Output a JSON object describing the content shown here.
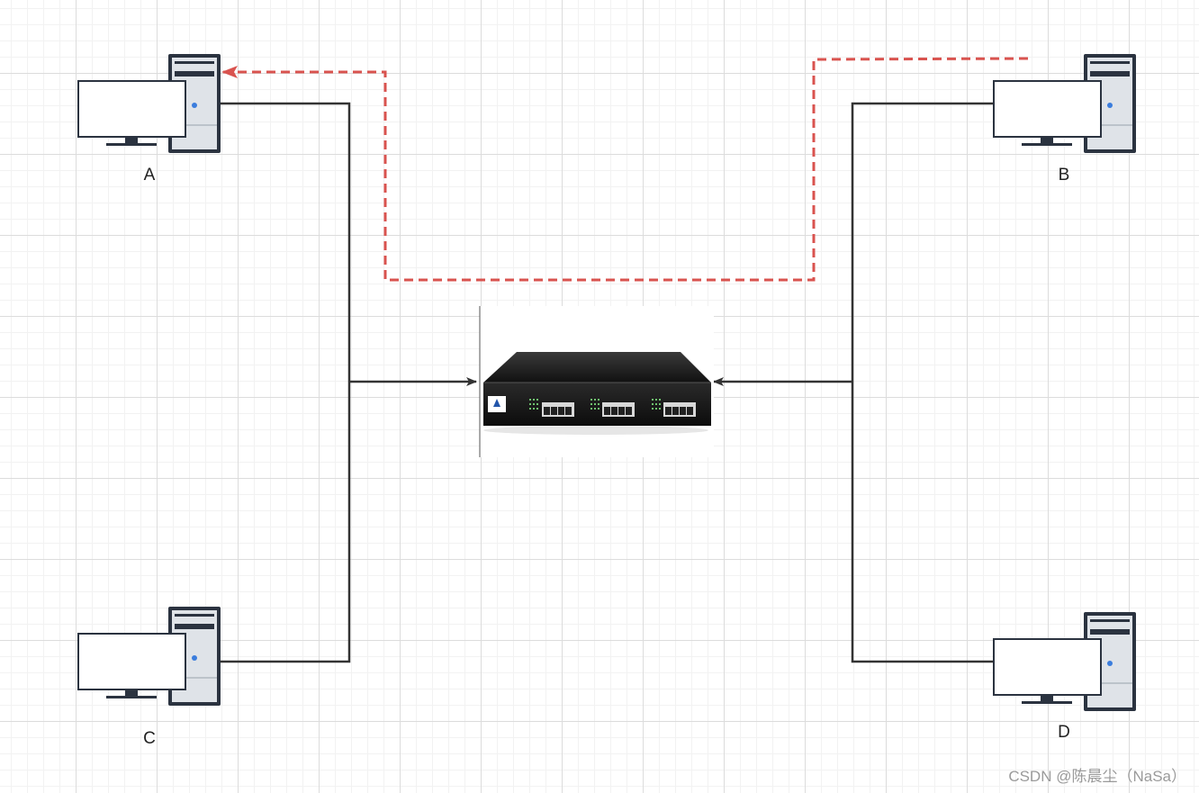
{
  "diagram": {
    "nodes": [
      {
        "id": "A",
        "label": "A",
        "icon": "desktop-computer-icon"
      },
      {
        "id": "B",
        "label": "B",
        "icon": "desktop-computer-icon"
      },
      {
        "id": "C",
        "label": "C",
        "icon": "desktop-computer-icon"
      },
      {
        "id": "D",
        "label": "D",
        "icon": "desktop-computer-icon"
      }
    ],
    "hub": {
      "icon": "network-switch-icon"
    },
    "edges": [
      {
        "from": "A",
        "to": "switch",
        "style": "solid"
      },
      {
        "from": "C",
        "to": "switch",
        "style": "solid"
      },
      {
        "from": "B",
        "to": "switch",
        "style": "solid"
      },
      {
        "from": "D",
        "to": "switch",
        "style": "solid"
      },
      {
        "from": "B",
        "to": "A",
        "style": "dashed"
      }
    ],
    "colors": {
      "wire": "#333333",
      "dashed_path": "#d9534f",
      "grid_major": "#dcdcdc",
      "grid_minor": "#f2f2f2"
    }
  },
  "watermark": "CSDN @陈晨尘（NaSa）"
}
